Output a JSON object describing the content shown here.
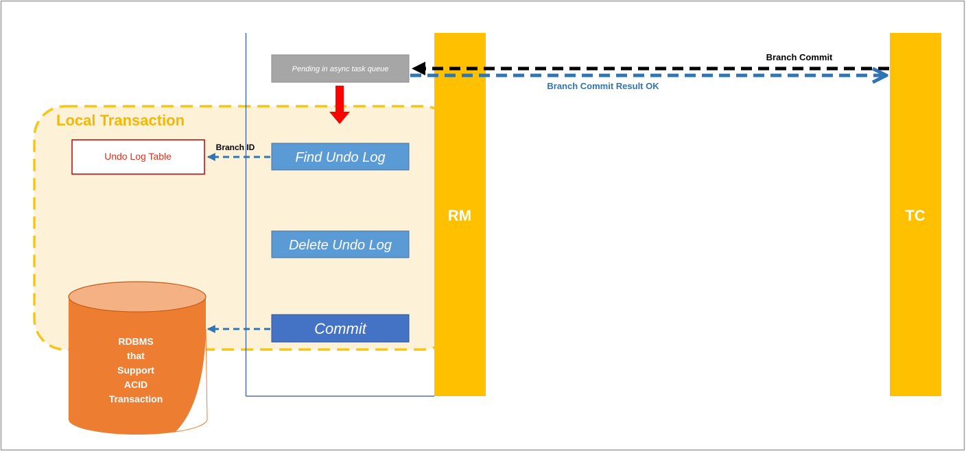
{
  "local_transaction": {
    "title": "Local Transaction"
  },
  "undo_log_table": {
    "label": "Undo Log Table"
  },
  "database": {
    "line1": "RDBMS",
    "line2": "that",
    "line3": "Support",
    "line4": "ACID",
    "line5": "Transaction"
  },
  "steps": {
    "pending": "Pending in async task queue",
    "find_undo": "Find Undo Log",
    "delete_undo": "Delete Undo Log",
    "commit": "Commit"
  },
  "arrows": {
    "branch_id": "Branch ID",
    "branch_commit": "Branch Commit",
    "branch_commit_result": "Branch Commit Result OK"
  },
  "actors": {
    "rm": "RM",
    "tc": "TC"
  },
  "colors": {
    "frame_border": "#9e9e9e",
    "local_tx_fill": "#fdf1d8",
    "local_tx_border": "#f5c518",
    "local_tx_title": "#f5b800",
    "actor_bar": "#ffc000",
    "step_blue": "#5b9bd5",
    "commit_blue": "#4472c4",
    "pending_grey": "#a6a6a6",
    "db_body": "#ed7d31",
    "db_top": "#f4b183",
    "undo_red": "#e0301e",
    "arrow_black": "#000000",
    "arrow_blue": "#2e75b6",
    "down_arrow_red": "#ff0000",
    "lifeline": "#2f5597"
  }
}
